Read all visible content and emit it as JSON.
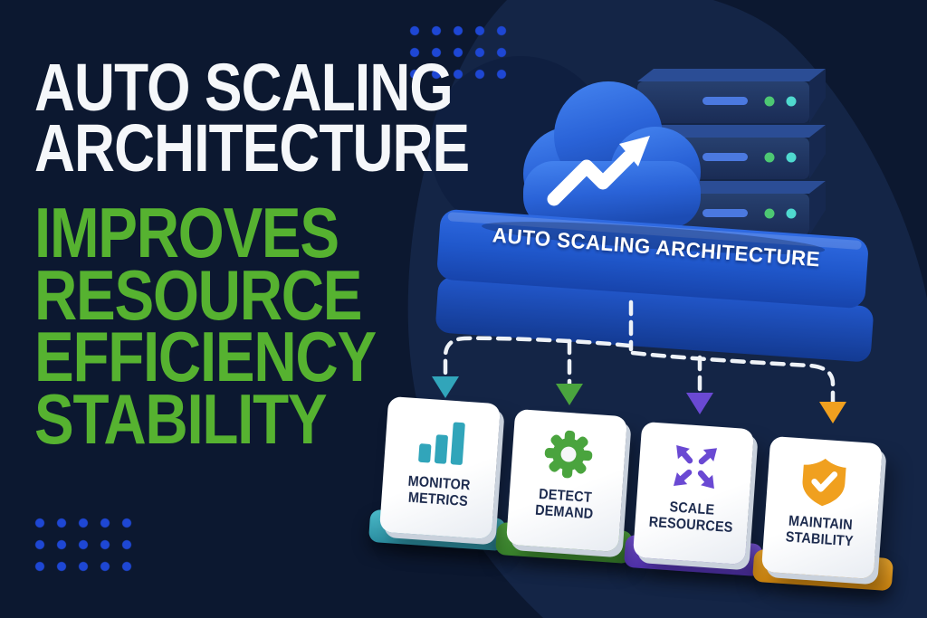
{
  "headline": {
    "white_lines": [
      "AUTO SCALING",
      "ARCHITECTURE"
    ],
    "green_lines": [
      "IMPROVES",
      "RESOURCE",
      "EFFICIENCY",
      "STABILITY"
    ]
  },
  "platform": {
    "label": "AUTO SCALING ARCHITECTURE"
  },
  "steps": [
    {
      "label_line1": "MONITOR",
      "label_line2": "METRICS",
      "icon": "bar-chart-icon",
      "accent": "#31a5ba"
    },
    {
      "label_line1": "DETECT",
      "label_line2": "DEMAND",
      "icon": "gear-icon",
      "accent": "#4aa43e"
    },
    {
      "label_line1": "SCALE",
      "label_line2": "RESOURCES",
      "icon": "expand-arrows-icon",
      "accent": "#6a49d3"
    },
    {
      "label_line1": "MAINTAIN",
      "label_line2": "STABILITY",
      "icon": "shield-check-icon",
      "accent": "#f0a01f"
    }
  ],
  "colors": {
    "background": "#0c1830",
    "blob": "#142546",
    "headline_white": "#f5f7fa",
    "headline_green": "#56b230",
    "platform_blue": "#2058cc",
    "cloud_blue": "#2f6ce0",
    "server_navy": "#223a6e",
    "dashed_line": "#eef2f7",
    "dot_grid": "#1e47d4",
    "card_text": "#1d2b4e",
    "teal": "#31a5ba",
    "green": "#4aa43e",
    "purple": "#6a49d3",
    "orange": "#f0a01f"
  }
}
